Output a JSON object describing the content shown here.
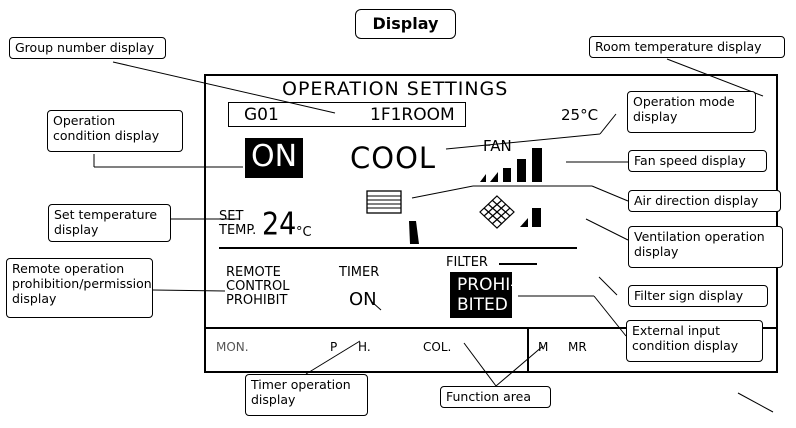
{
  "title": "Display",
  "screen": {
    "header": "OPERATION SETTINGS",
    "group": "G01",
    "room": "1F1ROOM",
    "room_temp": "25°C",
    "on": "ON",
    "mode": "COOL",
    "fan": "FAN",
    "set": "SET",
    "temp": "TEMP.",
    "set_value": "24",
    "set_unit": "°C",
    "remote": "REMOTE",
    "control": "CONTROL",
    "prohibit": "PROHIBIT",
    "timer": "TIMER",
    "timer_value": "ON",
    "filter": "FILTER",
    "prohi": "PROHI-",
    "bited": "BITED",
    "func_mon": "MON.",
    "func_p": "P",
    "func_h": "H.",
    "func_col": "COL.",
    "func_m": "M",
    "func_mr": "MR"
  },
  "callouts": {
    "group_number": "Group number display",
    "room_temperature": "Room temperature display",
    "operation_condition": [
      "Operation",
      "condition display"
    ],
    "operation_mode": [
      "Operation mode",
      "display"
    ],
    "fan_speed": "Fan speed display",
    "air_direction": "Air direction display",
    "set_temperature": [
      "Set temperature",
      "display"
    ],
    "ventilation": [
      "Ventilation operation",
      "display"
    ],
    "remote_operation": [
      "Remote operation",
      "prohibition/permission",
      "display"
    ],
    "filter_sign": "Filter sign display",
    "external_input": [
      "External input",
      "condition display"
    ],
    "timer_operation": [
      "Timer operation",
      "display"
    ],
    "function_area": "Function area"
  }
}
